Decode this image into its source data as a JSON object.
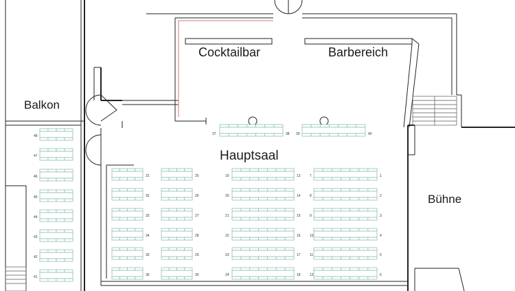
{
  "rooms": {
    "balkon": "Balkon",
    "cocktailbar": "Cocktailbar",
    "barbereich": "Barbereich",
    "hauptsaal": "Hauptsaal",
    "buehne": "Bühne"
  },
  "table_numbers": {
    "balkon_left": [
      "48",
      "47",
      "46",
      "45",
      "44",
      "43",
      "42",
      "41"
    ],
    "col_a": [
      "31",
      "32",
      "33",
      "34",
      "35",
      "36"
    ],
    "col_b": [
      "25",
      "26",
      "27",
      "28",
      "29",
      "30"
    ],
    "col_c_left": [
      "19",
      "20",
      "21",
      "22",
      "23",
      "24"
    ],
    "col_c_right": [
      "13",
      "14",
      "15",
      "16",
      "17",
      "18"
    ],
    "col_d_left": [
      "7",
      "8",
      "9",
      "10",
      "11",
      "12"
    ],
    "col_d_right": [
      "1",
      "2",
      "3",
      "4",
      "5",
      "6"
    ],
    "top_row": [
      "37",
      "38",
      "39",
      "40"
    ]
  },
  "colors": {
    "wall": "#222222",
    "table": "#8fbfb6",
    "accent_line": "#d07a7a"
  }
}
